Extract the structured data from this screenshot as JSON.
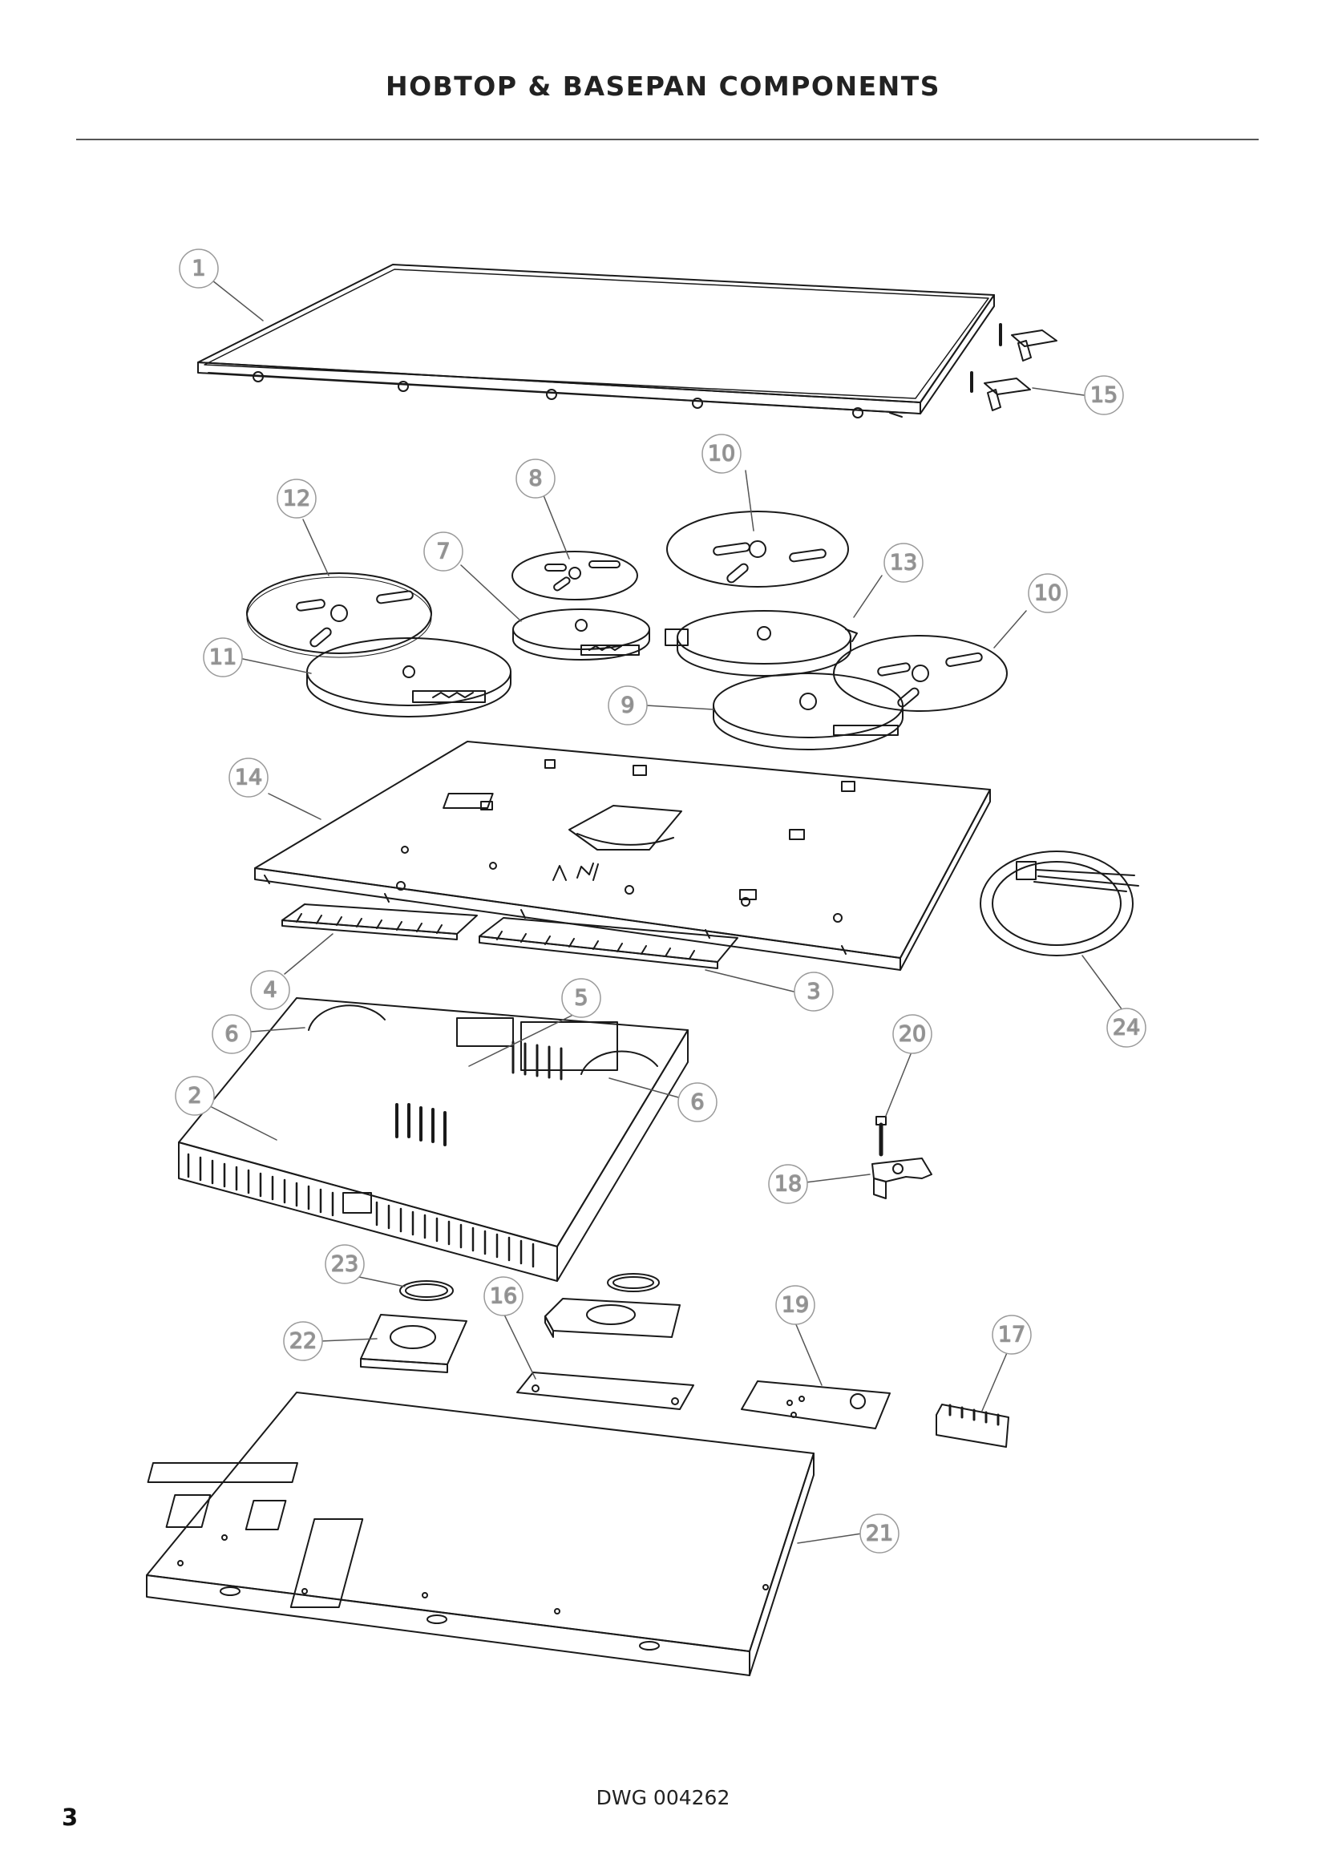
{
  "title": "HOBTOP & BASEPAN COMPONENTS",
  "drawing_number": "DWG 004262",
  "page_number": "3",
  "callouts": [
    {
      "id": "c1",
      "label": "1"
    },
    {
      "id": "c15",
      "label": "15"
    },
    {
      "id": "c10a",
      "label": "10"
    },
    {
      "id": "c8",
      "label": "8"
    },
    {
      "id": "c12",
      "label": "12"
    },
    {
      "id": "c7",
      "label": "7"
    },
    {
      "id": "c13",
      "label": "13"
    },
    {
      "id": "c10b",
      "label": "10"
    },
    {
      "id": "c11",
      "label": "11"
    },
    {
      "id": "c9",
      "label": "9"
    },
    {
      "id": "c14",
      "label": "14"
    },
    {
      "id": "c4",
      "label": "4"
    },
    {
      "id": "c3",
      "label": "3"
    },
    {
      "id": "c5",
      "label": "5"
    },
    {
      "id": "c6a",
      "label": "6"
    },
    {
      "id": "c24",
      "label": "24"
    },
    {
      "id": "c20",
      "label": "20"
    },
    {
      "id": "c2",
      "label": "2"
    },
    {
      "id": "c6b",
      "label": "6"
    },
    {
      "id": "c18",
      "label": "18"
    },
    {
      "id": "c23",
      "label": "23"
    },
    {
      "id": "c16",
      "label": "16"
    },
    {
      "id": "c19",
      "label": "19"
    },
    {
      "id": "c17",
      "label": "17"
    },
    {
      "id": "c22",
      "label": "22"
    },
    {
      "id": "c21",
      "label": "21"
    }
  ]
}
